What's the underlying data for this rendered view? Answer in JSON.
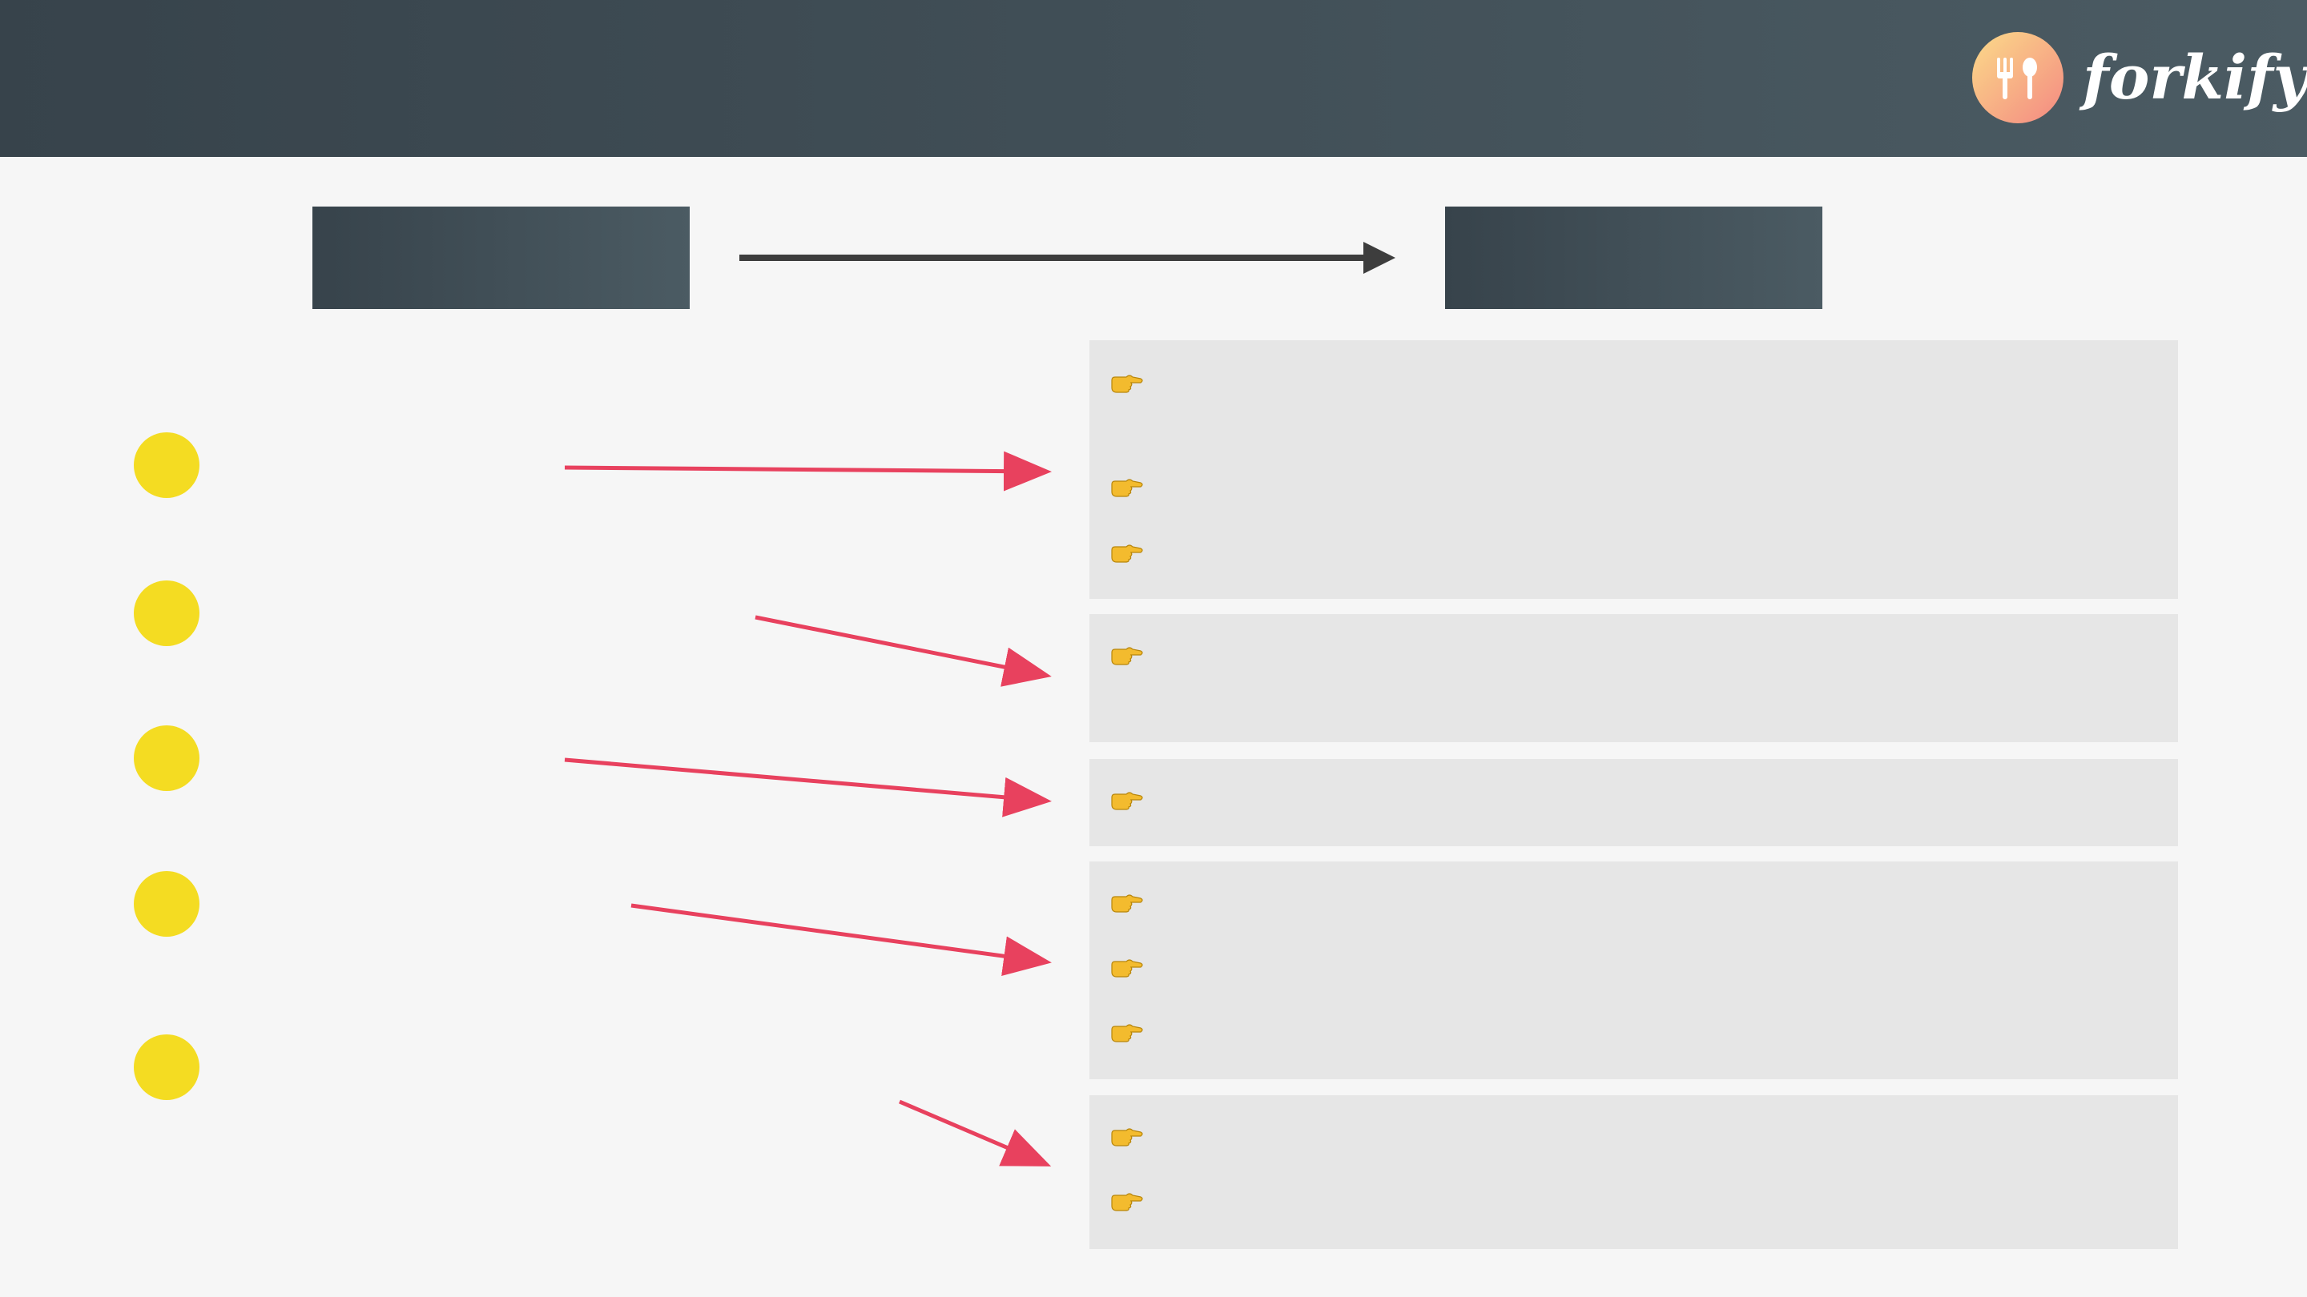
{
  "header": {
    "brand": "forkify",
    "logo_icon": "fork-spoon-icon",
    "gradient": [
      "#37434b",
      "#4b5b63"
    ]
  },
  "columns": {
    "left_box_label": "",
    "right_box_label": ""
  },
  "rows": [
    {
      "marker": "yellow-dot",
      "bullets": 3
    },
    {
      "marker": "yellow-dot",
      "bullets": 1
    },
    {
      "marker": "yellow-dot",
      "bullets": 1
    },
    {
      "marker": "yellow-dot",
      "bullets": 3
    },
    {
      "marker": "yellow-dot",
      "bullets": 2
    }
  ],
  "colors": {
    "dot": "#f4dc22",
    "arrow": "#e8415e",
    "panel": "#e6e6e6",
    "main_arrow": "#3d3d3d",
    "bullet": "#f3bb2e"
  },
  "bullet_icon": "pointing-hand-icon"
}
